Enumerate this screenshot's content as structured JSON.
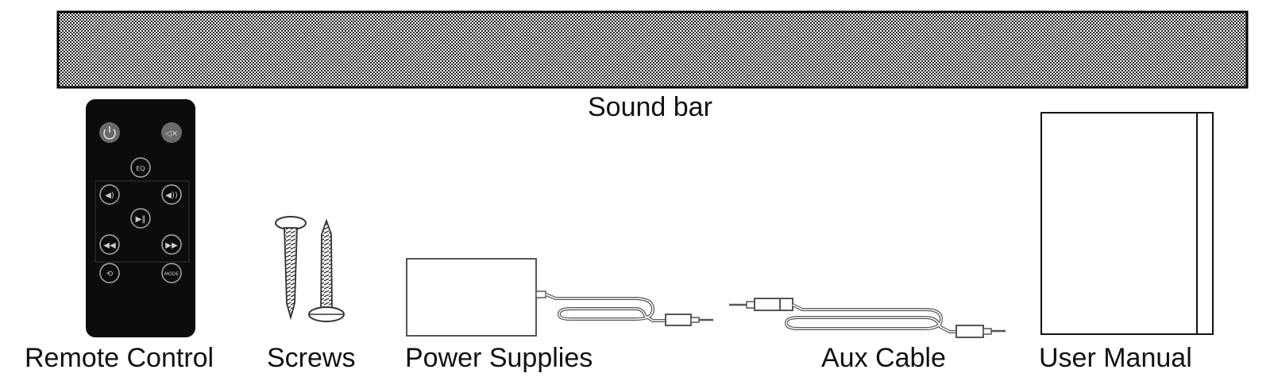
{
  "items": {
    "sound_bar": "Sound bar",
    "remote_control": "Remote Control",
    "screws": "Screws",
    "power_supplies": "Power Supplies",
    "aux_cable": "Aux Cable",
    "user_manual": "User Manual"
  },
  "remote_buttons": {
    "eq": "EQ",
    "mode": "MODE"
  }
}
